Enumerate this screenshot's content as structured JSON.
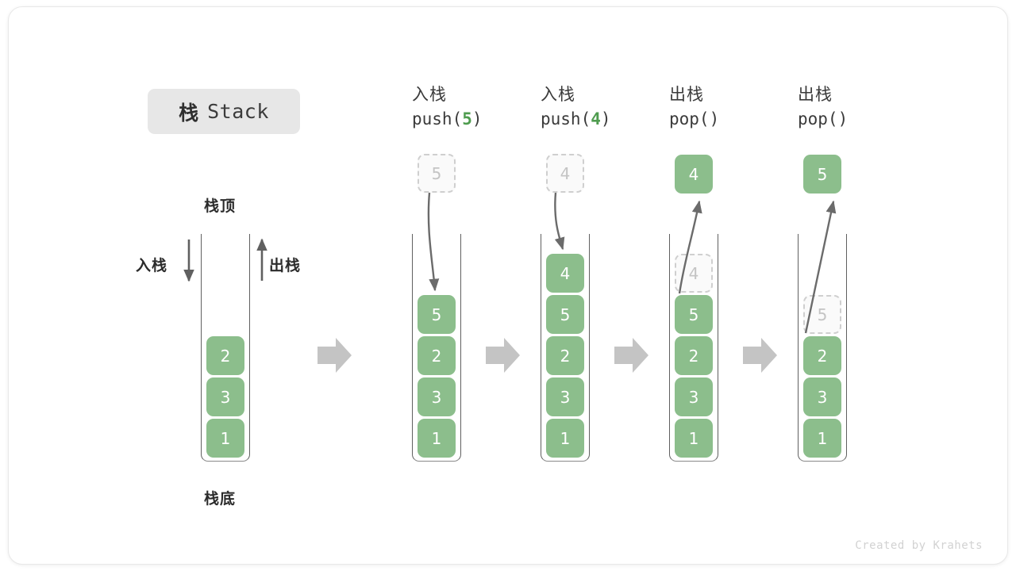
{
  "title": {
    "cn": "栈",
    "en": "Stack"
  },
  "watermark": "Created by Krahets",
  "colors": {
    "item_green": "#8cbe8c",
    "accent_green": "#4f9c4f",
    "ghost_border": "#cfcfcf",
    "ghost_text": "#c4c4c4",
    "arrow_gray": "#606060",
    "flow_arrow_gray": "#c4c4c4",
    "chip_bg": "#e7e7e7",
    "text_dark": "#2b2b2b"
  },
  "left_diagram": {
    "top_label": "栈顶",
    "bottom_label": "栈底",
    "push_label": "入栈",
    "pop_label": "出栈",
    "items": [
      "2",
      "3",
      "1"
    ]
  },
  "steps": [
    {
      "op_label": "入栈",
      "code_prefix": "push(",
      "code_arg": "5",
      "code_suffix": ")",
      "kind": "push",
      "outside_value": "5",
      "outside_style": "ghost",
      "items": [
        {
          "value": "5",
          "style": "filled"
        },
        {
          "value": "2",
          "style": "filled"
        },
        {
          "value": "3",
          "style": "filled"
        },
        {
          "value": "1",
          "style": "filled"
        }
      ]
    },
    {
      "op_label": "入栈",
      "code_prefix": "push(",
      "code_arg": "4",
      "code_suffix": ")",
      "kind": "push",
      "outside_value": "4",
      "outside_style": "ghost",
      "items": [
        {
          "value": "4",
          "style": "filled"
        },
        {
          "value": "5",
          "style": "filled"
        },
        {
          "value": "2",
          "style": "filled"
        },
        {
          "value": "3",
          "style": "filled"
        },
        {
          "value": "1",
          "style": "filled"
        }
      ]
    },
    {
      "op_label": "出栈",
      "code_prefix": "pop(",
      "code_arg": "",
      "code_suffix": ")",
      "kind": "pop",
      "outside_value": "4",
      "outside_style": "filled",
      "items": [
        {
          "value": "4",
          "style": "ghost"
        },
        {
          "value": "5",
          "style": "filled"
        },
        {
          "value": "2",
          "style": "filled"
        },
        {
          "value": "3",
          "style": "filled"
        },
        {
          "value": "1",
          "style": "filled"
        }
      ]
    },
    {
      "op_label": "出栈",
      "code_prefix": "pop(",
      "code_arg": "",
      "code_suffix": ")",
      "kind": "pop",
      "outside_value": "5",
      "outside_style": "filled",
      "items": [
        {
          "value": "5",
          "style": "ghost"
        },
        {
          "value": "2",
          "style": "filled"
        },
        {
          "value": "3",
          "style": "filled"
        },
        {
          "value": "1",
          "style": "filled"
        }
      ]
    }
  ]
}
